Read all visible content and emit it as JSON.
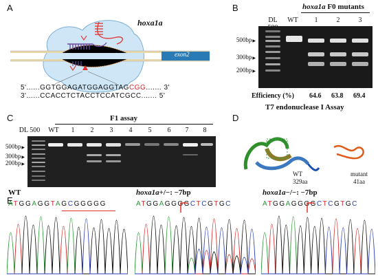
{
  "panels": {
    "a": {
      "label": "A",
      "gene": "hoxa1a",
      "exon": "exon2",
      "seq1": "5'......GGTGGAGATGGAGGTAG",
      "seq1_red": "CGG",
      "seq1_end": "....... 3'",
      "seq2": "3'......CCACCTCTACCTCCATCGCC....... 5'"
    },
    "b": {
      "label": "B",
      "title_gene": "hoxa1a",
      "title_rest": " F0 mutants",
      "lanes": [
        "DL 500",
        "WT",
        "1",
        "2",
        "3"
      ],
      "markers": [
        "500bp",
        "300bp",
        "200bp"
      ],
      "efficiency_label": "Efficiency (%)",
      "efficiencies": [
        "64.6",
        "63.8",
        "69.4"
      ],
      "assay": "T7 endonuclease I Assay"
    },
    "c": {
      "label": "C",
      "title": "F1 assay",
      "lanes": [
        "DL 500",
        "WT",
        "1",
        "2",
        "3",
        "4",
        "5",
        "6",
        "7",
        "8"
      ],
      "markers": [
        "500bp",
        "300bp",
        "200bp"
      ]
    },
    "d": {
      "label": "D",
      "wt": "WT",
      "wt_len": "329aa",
      "mut": "mutant",
      "mut_len": "41aa"
    },
    "e": {
      "label": "E",
      "t1": "WT",
      "s1": [
        "A",
        "T",
        "G",
        "G",
        "A",
        "G",
        "G",
        "T",
        "A",
        "G",
        "C",
        "G",
        "G",
        "G",
        "G",
        "G"
      ],
      "t2_gene": "hoxa1a",
      "t2_geno": "+/−: −7bp",
      "s2": [
        "A",
        "T",
        "G",
        "G",
        "A",
        "G",
        "G",
        "G",
        "G",
        "C",
        "T",
        "C",
        "G",
        "T",
        "G",
        "C"
      ],
      "t3_gene": "hoxa1a",
      "t3_geno": "−/−: −7bp",
      "s3": [
        "A",
        "T",
        "G",
        "G",
        "A",
        "G",
        "G",
        "G",
        "G",
        "C",
        "T",
        "C",
        "G",
        "T",
        "G",
        "C"
      ]
    }
  },
  "colors": {
    "A": "#2e9a3a",
    "T": "#d42a2a",
    "G": "#111111",
    "C": "#2a3fb8"
  }
}
